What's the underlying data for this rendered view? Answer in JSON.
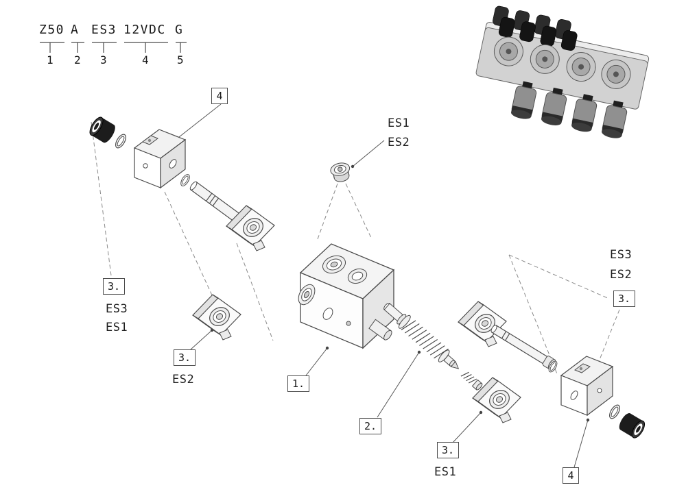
{
  "palette": {
    "line": "#4a4a4a",
    "dash": "#8a8a8a",
    "text": "#1f1f1f",
    "dark_part": "#1c1c1c"
  },
  "model_code": {
    "segments": [
      {
        "code": "Z50",
        "number": "1"
      },
      {
        "code": "A",
        "number": "2"
      },
      {
        "code": "ES3",
        "number": "3"
      },
      {
        "code": "12VDC",
        "number": "4"
      },
      {
        "code": "G",
        "number": "5"
      }
    ]
  },
  "callouts": {
    "top_block_number": "4",
    "bottom_block_number": "4",
    "valve_body_number": "1.",
    "spool_number": "2.",
    "plug": {
      "line1": "ES1",
      "line2": "ES2"
    },
    "group_left": {
      "number": "3.",
      "line1": "ES3",
      "line2": "ES1"
    },
    "coil_es2": {
      "number": "3.",
      "label": "ES2"
    },
    "coil_es1": {
      "number": "3.",
      "label": "ES1"
    },
    "group_right": {
      "number": "3.",
      "line1": "ES3",
      "line2": "ES2"
    }
  }
}
